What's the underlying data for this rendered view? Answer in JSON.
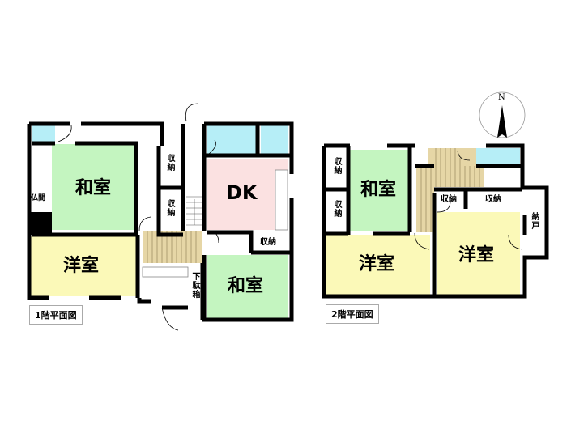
{
  "colors": {
    "washitsu": "#c4f5c0",
    "yoshitsu": "#fbf9b8",
    "dk": "#fbe1e1",
    "water": "#b6eef7",
    "stairs": "#e6d6a6",
    "wall": "#000000"
  },
  "compass": {
    "label": "N"
  },
  "floor1": {
    "caption": "1階平面図",
    "washitsu_a": "和室",
    "yoshitsu": "洋室",
    "butsuma": "仏間",
    "storage_1": "収納",
    "storage_2": "収納",
    "dk": "DK",
    "storage_3": "収納",
    "washitsu_b": "和室",
    "getabako": "下駄箱"
  },
  "floor2": {
    "caption": "2階平面図",
    "storage_1": "収納",
    "storage_2": "収納",
    "washitsu": "和室",
    "storage_3": "収納",
    "storage_4": "収納",
    "nando": "納戸",
    "yoshitsu_a": "洋室",
    "yoshitsu_b": "洋室"
  }
}
